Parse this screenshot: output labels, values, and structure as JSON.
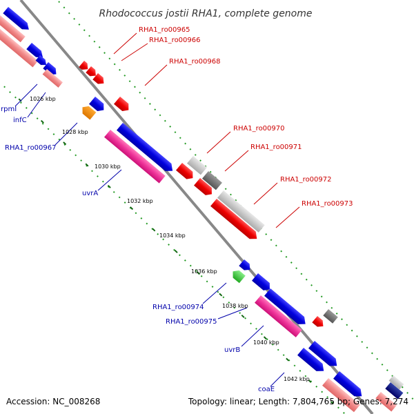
{
  "title": "Rhodococcus jostii RHA1, complete genome",
  "footer": {
    "accession": "Accession: NC_008268",
    "topology": "Topology: linear; Length: 7,804,765 bp; Genes: 7,274"
  },
  "kbp_ticks": [
    "1026 kbp",
    "1028 kbp",
    "1030 kbp",
    "1032 kbp",
    "1034 kbp",
    "1036 kbp",
    "1038 kbp",
    "1040 kbp",
    "1042 kbp"
  ],
  "gene_labels_red": [
    "RHA1_ro00965",
    "RHA1_ro00966",
    "RHA1_ro00968",
    "RHA1_ro00970",
    "RHA1_ro00971",
    "RHA1_ro00972",
    "RHA1_ro00973"
  ],
  "gene_labels_blue": [
    "rpmI",
    "infC",
    "RHA1_ro00967",
    "uvrA",
    "RHA1_ro00974",
    "RHA1_ro00975",
    "uvrB",
    "coaE"
  ],
  "colors": {
    "blue": "#0000dd",
    "pink": "#ee4488",
    "salmon": "#f09090",
    "red": "#ee0000",
    "gray": "#777777",
    "lightgray": "#cccccc",
    "orange": "#ff8800",
    "green": "#44cc44",
    "green_dash": "#229922"
  }
}
